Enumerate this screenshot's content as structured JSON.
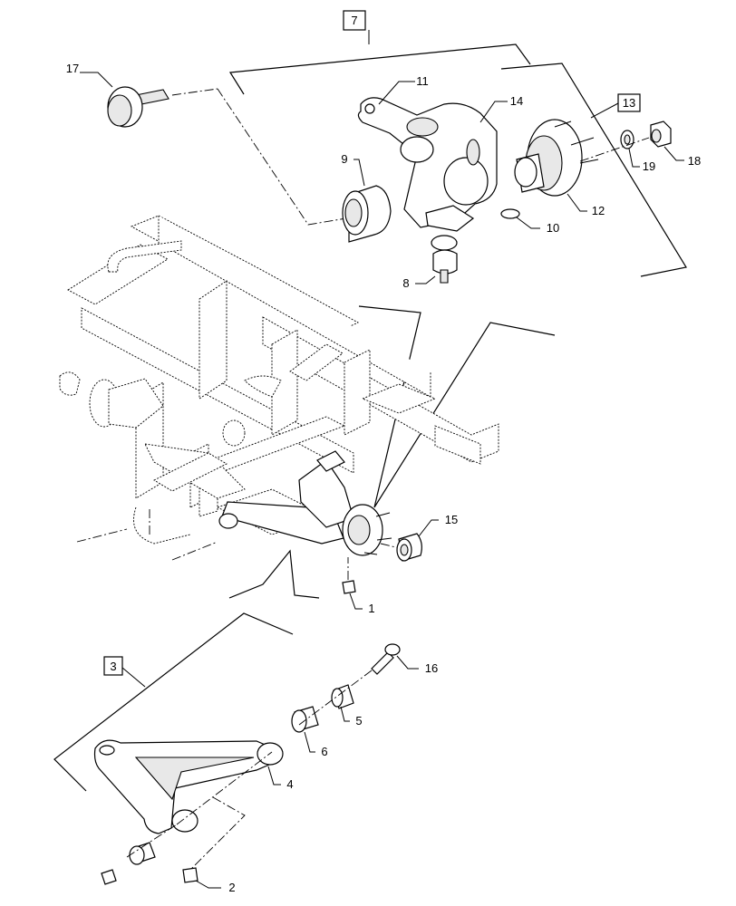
{
  "colors": {
    "line": "#000000",
    "background": "#ffffff",
    "shade": "#e8e8e8"
  },
  "callouts": {
    "c1": "1",
    "c2": "2",
    "c4": "4",
    "c5": "5",
    "c6": "6",
    "c8": "8",
    "c9": "9",
    "c10": "10",
    "c11": "11",
    "c12": "12",
    "c14": "14",
    "c15": "15",
    "c16": "16",
    "c17": "17",
    "c18": "18",
    "c19": "19"
  },
  "assembly_boxes": {
    "b3": "3",
    "b7": "7",
    "b13": "13"
  }
}
